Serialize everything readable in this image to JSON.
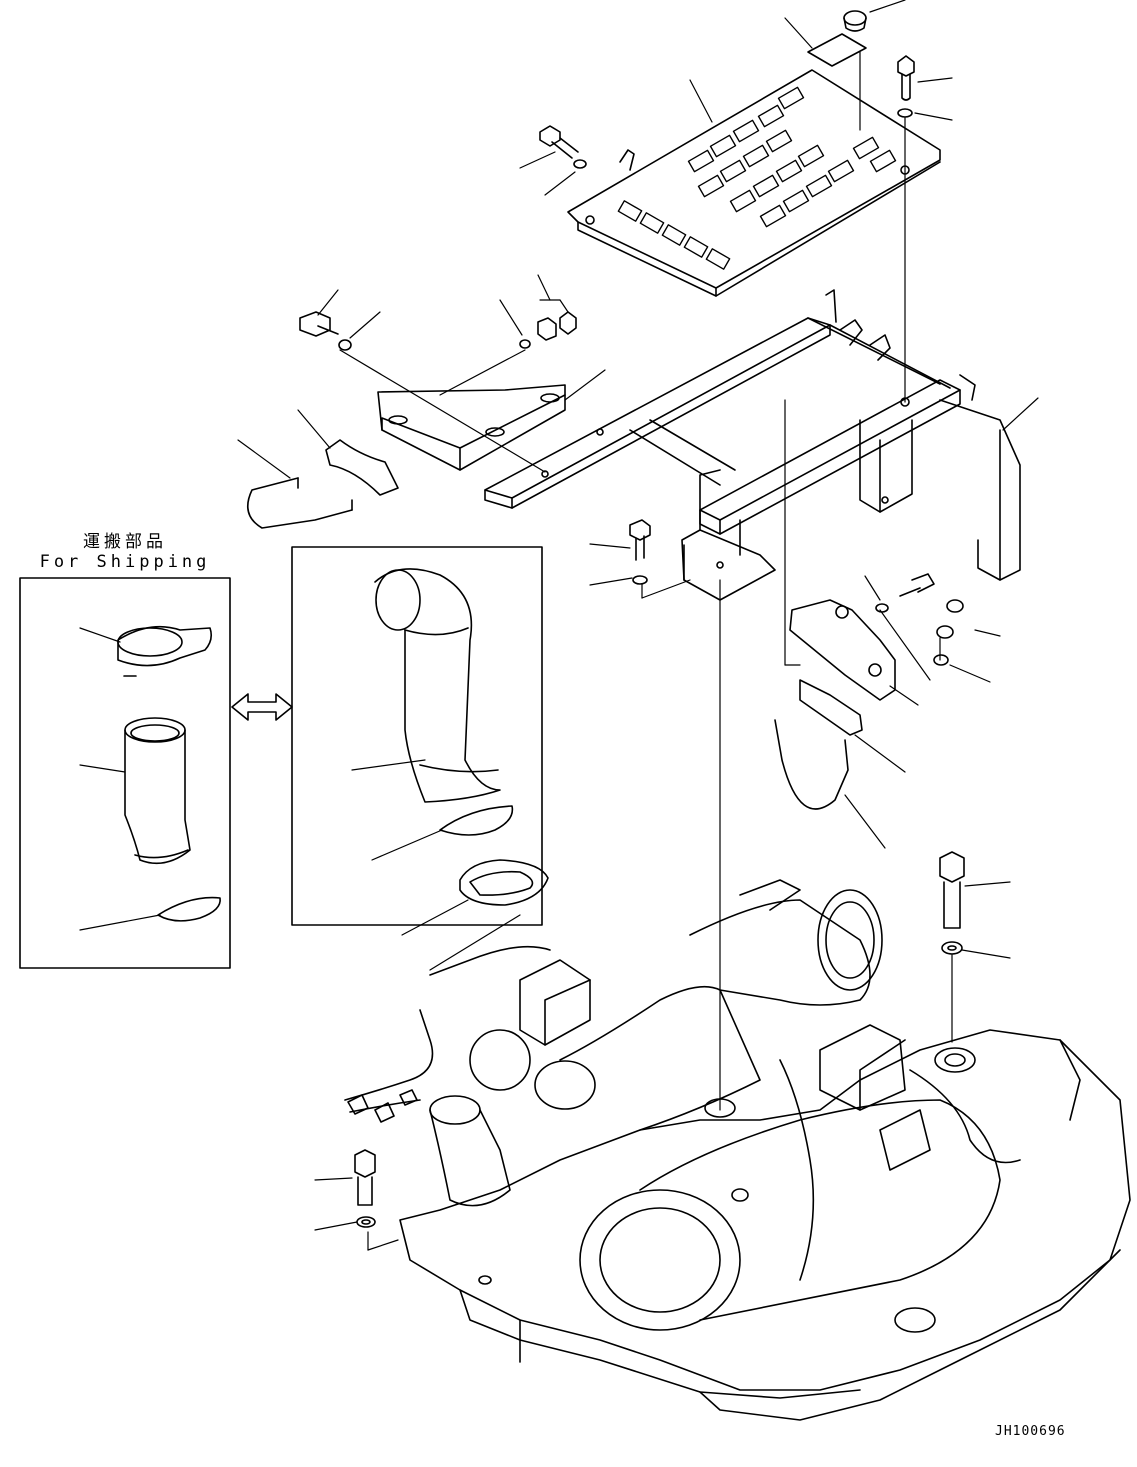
{
  "shipping_label": {
    "japanese": "運搬部品",
    "english": "For Shipping"
  },
  "reference_code": "JH100696",
  "icons": [
    "double-arrow-icon"
  ]
}
